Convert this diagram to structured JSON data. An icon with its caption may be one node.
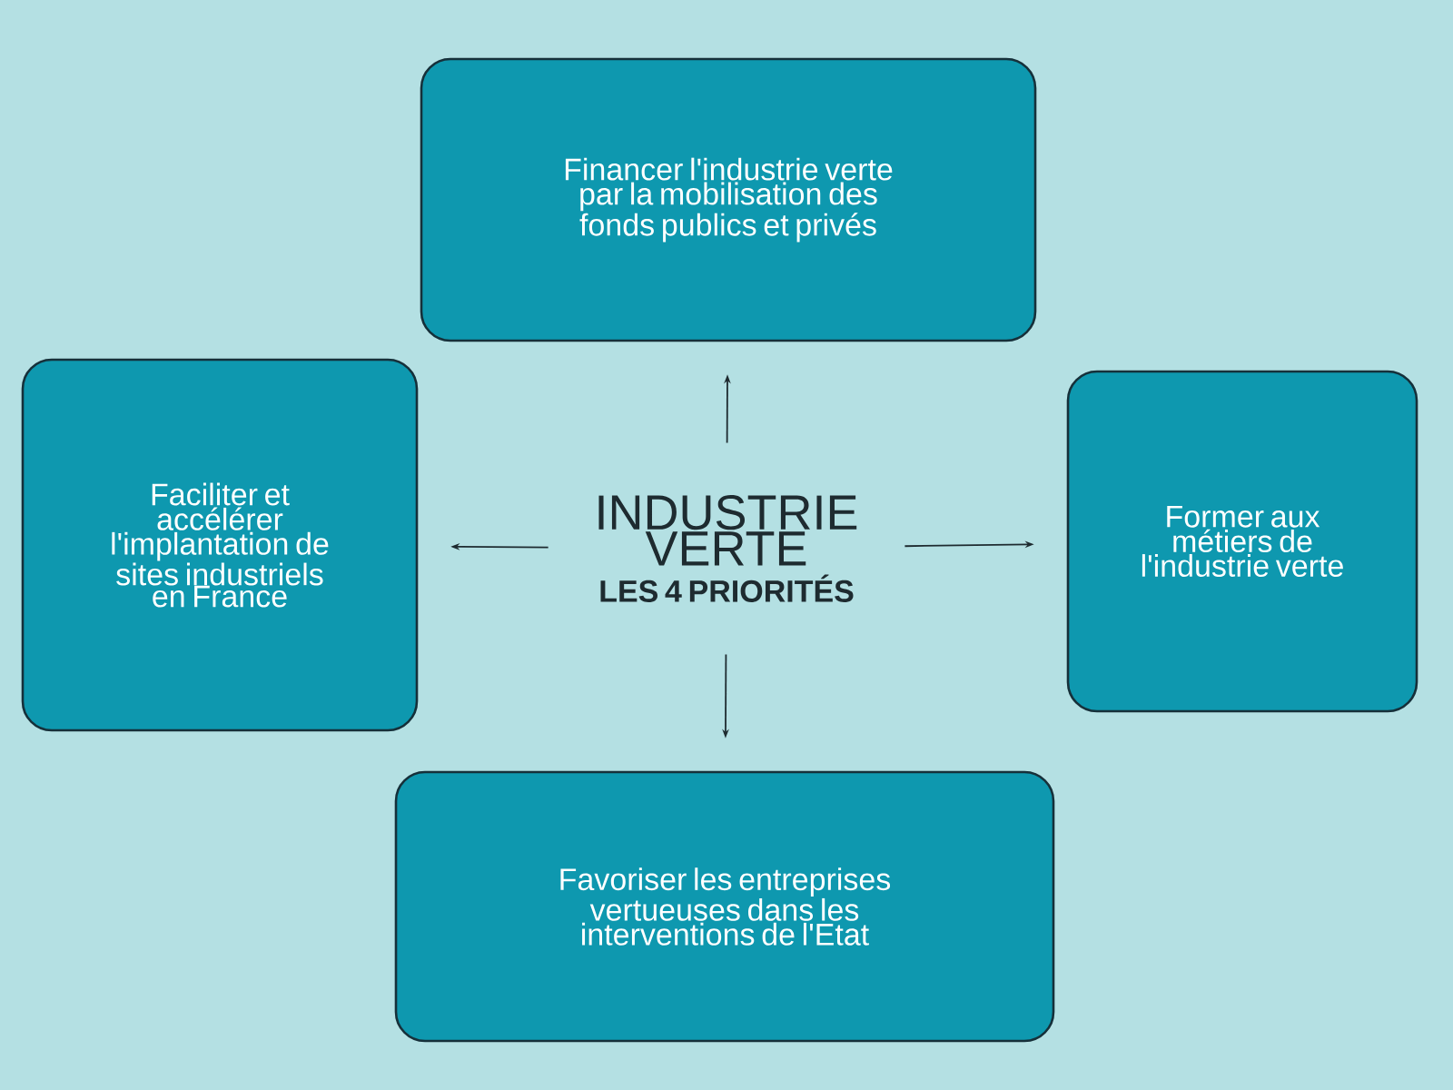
{
  "diagram": {
    "nodes": [
      {
        "text": [
          "Financer l'industrie verte par la mobilisation des fonds publics et privés"
        ]
      },
      {
        "text": [
          "Faciliter et accélérer l'implantation de sites industriels en France"
        ]
      },
      {
        "text": [
          "INDUSTRIE VERTE",
          "LES 4 PRIORITÉS"
        ]
      },
      {
        "text": [
          "Former aux métiers de l'industrie verte"
        ]
      },
      {
        "text": [
          "Favoriser les entreprises vertueuses dans les interventions de l'Etat"
        ]
      }
    ],
    "edges": [
      {
        "from": 2,
        "to": 0,
        "arrow": "to"
      },
      {
        "from": 2,
        "to": 1,
        "arrow": "to"
      },
      {
        "from": 2,
        "to": 3,
        "arrow": "to"
      },
      {
        "from": 2,
        "to": 4,
        "arrow": "to"
      }
    ]
  }
}
